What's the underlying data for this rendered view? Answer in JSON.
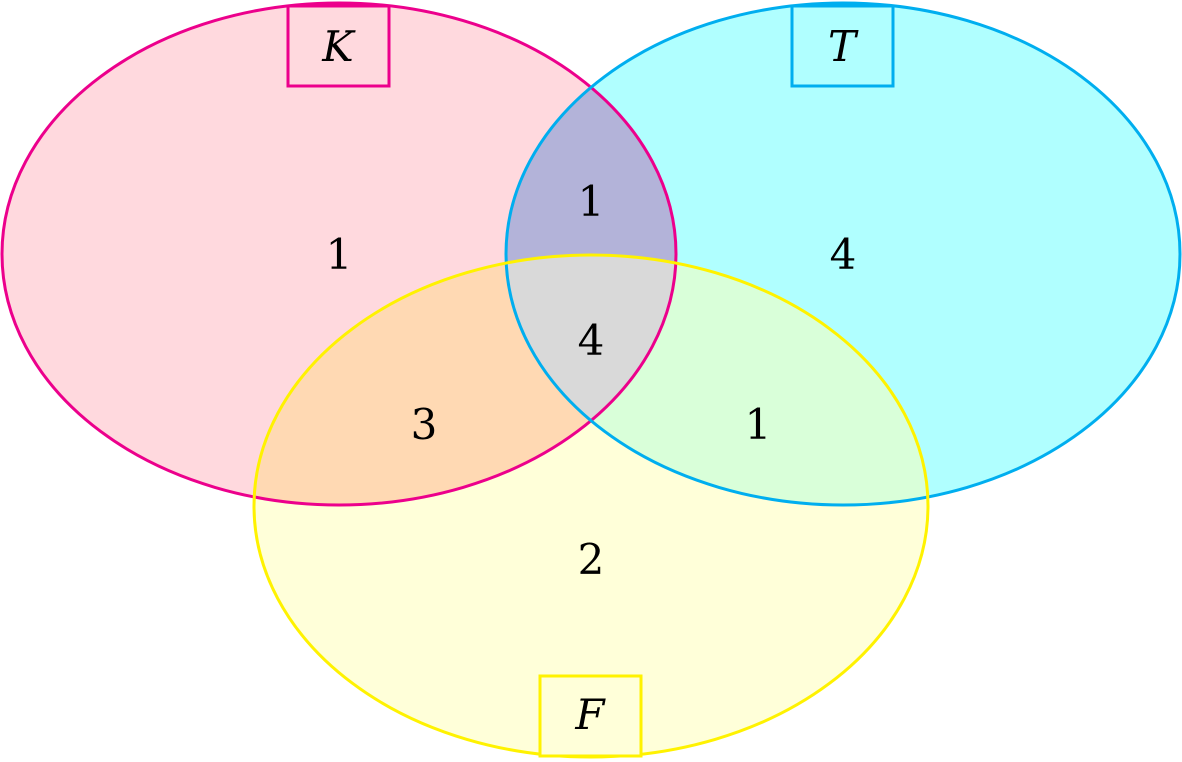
{
  "sets": {
    "K": {
      "label": "K",
      "stroke": "#ec008c",
      "fill": "#ffd9de"
    },
    "T": {
      "label": "T",
      "stroke": "#00aeef",
      "fill": "#b0ffff"
    },
    "F": {
      "label": "F",
      "stroke": "#fff200",
      "fill": "#ffffd9"
    }
  },
  "regions": {
    "K_only": "1",
    "T_only": "4",
    "F_only": "2",
    "K_and_T": "1",
    "K_and_F": "3",
    "T_and_F": "1",
    "K_T_F": "4"
  },
  "overlap_colors": {
    "K_and_T": "#b3b3d9",
    "K_and_F": "#ffd9b3",
    "T_and_F": "#d9ffd9",
    "K_T_F": "#d9d9d9"
  }
}
